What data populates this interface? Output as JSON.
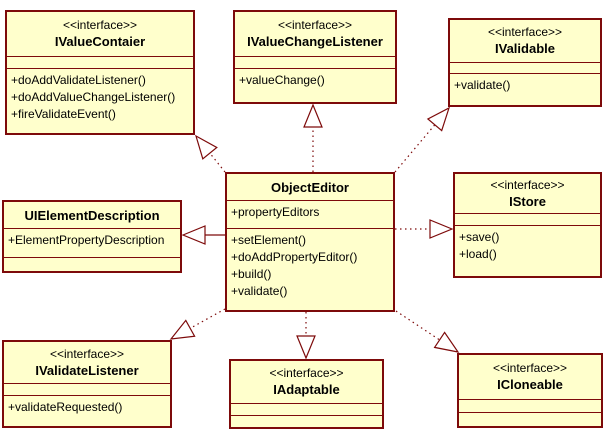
{
  "diagram": {
    "type": "uml-class-diagram",
    "background": "#FFFFFF",
    "colors": {
      "box_fill": "#FFFFCC",
      "border": "#7D0A0A",
      "text": "#000000",
      "arrowhead_fill": "#FFFFFF"
    },
    "classes": [
      {
        "name": "IValueContaier",
        "stereotype": "<<interface>>",
        "attributes": [],
        "methods": [
          "+doAddValidateListener()",
          "+doAddValueChangeListener()",
          "+fireValidateEvent()"
        ]
      },
      {
        "name": "IValueChangeListener",
        "stereotype": "<<interface>>",
        "attributes": [],
        "methods": [
          "+valueChange()"
        ]
      },
      {
        "name": "IValidable",
        "stereotype": "<<interface>>",
        "attributes": [],
        "methods": [
          "+validate()"
        ]
      },
      {
        "name": "ObjectEditor",
        "stereotype": "",
        "attributes": [
          "+propertyEditors"
        ],
        "methods": [
          "+setElement()",
          "+doAddPropertyEditor()",
          "+build()",
          "+validate()"
        ]
      },
      {
        "name": "UIElementDescription",
        "stereotype": "",
        "attributes": [
          "+ElementPropertyDescription"
        ],
        "methods": []
      },
      {
        "name": "IStore",
        "stereotype": "<<interface>>",
        "attributes": [],
        "methods": [
          "+save()",
          "+load()"
        ]
      },
      {
        "name": "IValidateListener",
        "stereotype": "<<interface>>",
        "attributes": [],
        "methods": [
          "+validateRequested()"
        ]
      },
      {
        "name": "IAdaptable",
        "stereotype": "<<interface>>",
        "attributes": [],
        "methods": []
      },
      {
        "name": "ICloneable",
        "stereotype": "<<interface>>",
        "attributes": [],
        "methods": []
      }
    ],
    "relationships": [
      {
        "from": "ObjectEditor",
        "to": "IValueContaier",
        "type": "realization",
        "line": "dotted"
      },
      {
        "from": "ObjectEditor",
        "to": "IValueChangeListener",
        "type": "realization",
        "line": "dotted"
      },
      {
        "from": "ObjectEditor",
        "to": "IValidable",
        "type": "realization",
        "line": "dotted"
      },
      {
        "from": "ObjectEditor",
        "to": "UIElementDescription",
        "type": "generalization",
        "line": "solid"
      },
      {
        "from": "ObjectEditor",
        "to": "IStore",
        "type": "realization",
        "line": "dotted"
      },
      {
        "from": "ObjectEditor",
        "to": "IValidateListener",
        "type": "realization",
        "line": "dotted"
      },
      {
        "from": "ObjectEditor",
        "to": "IAdaptable",
        "type": "realization",
        "line": "dotted"
      },
      {
        "from": "ObjectEditor",
        "to": "ICloneable",
        "type": "realization",
        "line": "dotted"
      }
    ]
  }
}
